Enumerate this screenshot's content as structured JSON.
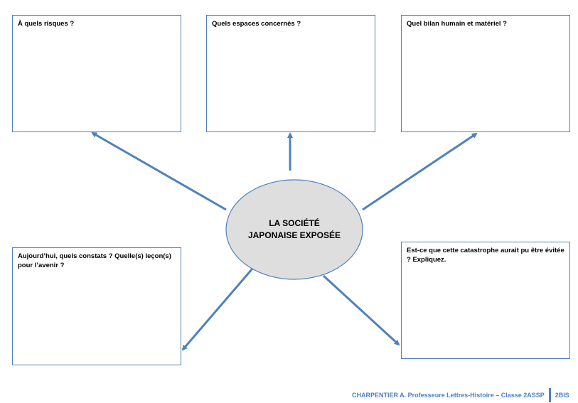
{
  "center": {
    "line1": "LA SOCIÉTÉ",
    "line2": "JAPONAISE EXPOSÉE"
  },
  "boxes": {
    "risks": "À quels risques ?",
    "spaces": "Quels espaces concernés ?",
    "toll": "Quel bilan humain et matériel ?",
    "today": "Aujourd’hui, quels constats ? Quelle(s) leçon(s) pour l’avenir ?",
    "avoidable": "Est-ce que cette catastrophe aurait pu être évitée ? Expliquez."
  },
  "footer": {
    "author": "CHARPENTIER A. Professeure Lettres-Histoire – Classe 2ASSP",
    "page": "2BIS"
  },
  "colors": {
    "accent": "#4f81bd",
    "ellipse_fill": "#dedede"
  }
}
